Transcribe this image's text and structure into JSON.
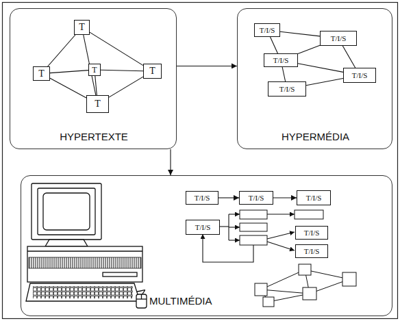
{
  "diagram": {
    "nodes": [
      {
        "text": [
          "HYPERTEXTE"
        ]
      },
      {
        "text": [
          "T"
        ],
        "in": 0
      },
      {
        "text": [
          "T"
        ],
        "in": 0
      },
      {
        "text": [
          "T"
        ],
        "in": 0
      },
      {
        "text": [
          "T"
        ],
        "in": 0
      },
      {
        "text": [
          "T"
        ],
        "in": 0
      },
      {
        "text": [
          "HYPERMÉDIA"
        ]
      },
      {
        "text": [
          "T/I/S"
        ],
        "in": 6
      },
      {
        "text": [
          "T/I/S"
        ],
        "in": 6
      },
      {
        "text": [
          "T/I/S"
        ],
        "in": 6
      },
      {
        "text": [
          "T/I/S"
        ],
        "in": 6
      },
      {
        "text": [
          "T/I/S"
        ],
        "in": 6
      },
      {
        "text": [
          "MULTIMÉDIA"
        ]
      },
      {
        "text": [
          "T/I/S"
        ],
        "in": 12
      },
      {
        "text": [
          "T/I/S"
        ],
        "in": 12
      },
      {
        "text": [
          "T/I/S"
        ],
        "in": 12
      },
      {
        "text": [
          "T/I/S"
        ],
        "in": 12
      },
      {
        "text": [
          "T/I/S"
        ],
        "in": 12
      },
      {
        "text": [
          "T/I/S"
        ],
        "in": 12
      }
    ],
    "edges": [
      {
        "from": 0,
        "to": 6,
        "arrow": "to"
      },
      {
        "from": 0,
        "to": 12,
        "arrow": "to"
      },
      {
        "from": 1,
        "to": 2,
        "arrow": "none"
      },
      {
        "from": 1,
        "to": 4,
        "arrow": "none"
      },
      {
        "from": 1,
        "to": 5,
        "arrow": "none"
      },
      {
        "from": 2,
        "to": 3,
        "arrow": "none"
      },
      {
        "from": 3,
        "to": 4,
        "arrow": "none"
      },
      {
        "from": 2,
        "to": 5,
        "arrow": "none"
      },
      {
        "from": 4,
        "to": 5,
        "arrow": "none"
      },
      {
        "from": 3,
        "to": 5,
        "arrow": "none"
      },
      {
        "from": 7,
        "to": 8,
        "arrow": "none"
      },
      {
        "from": 7,
        "to": 9,
        "arrow": "none"
      },
      {
        "from": 9,
        "to": 8,
        "arrow": "none"
      },
      {
        "from": 9,
        "to": 11,
        "arrow": "none"
      },
      {
        "from": 8,
        "to": 11,
        "arrow": "none"
      },
      {
        "from": 10,
        "to": 11,
        "arrow": "none"
      },
      {
        "from": 9,
        "to": 10,
        "arrow": "none"
      },
      {
        "from": 13,
        "to": 14,
        "arrow": "to"
      },
      {
        "from": 14,
        "to": 15,
        "arrow": "to"
      }
    ]
  }
}
